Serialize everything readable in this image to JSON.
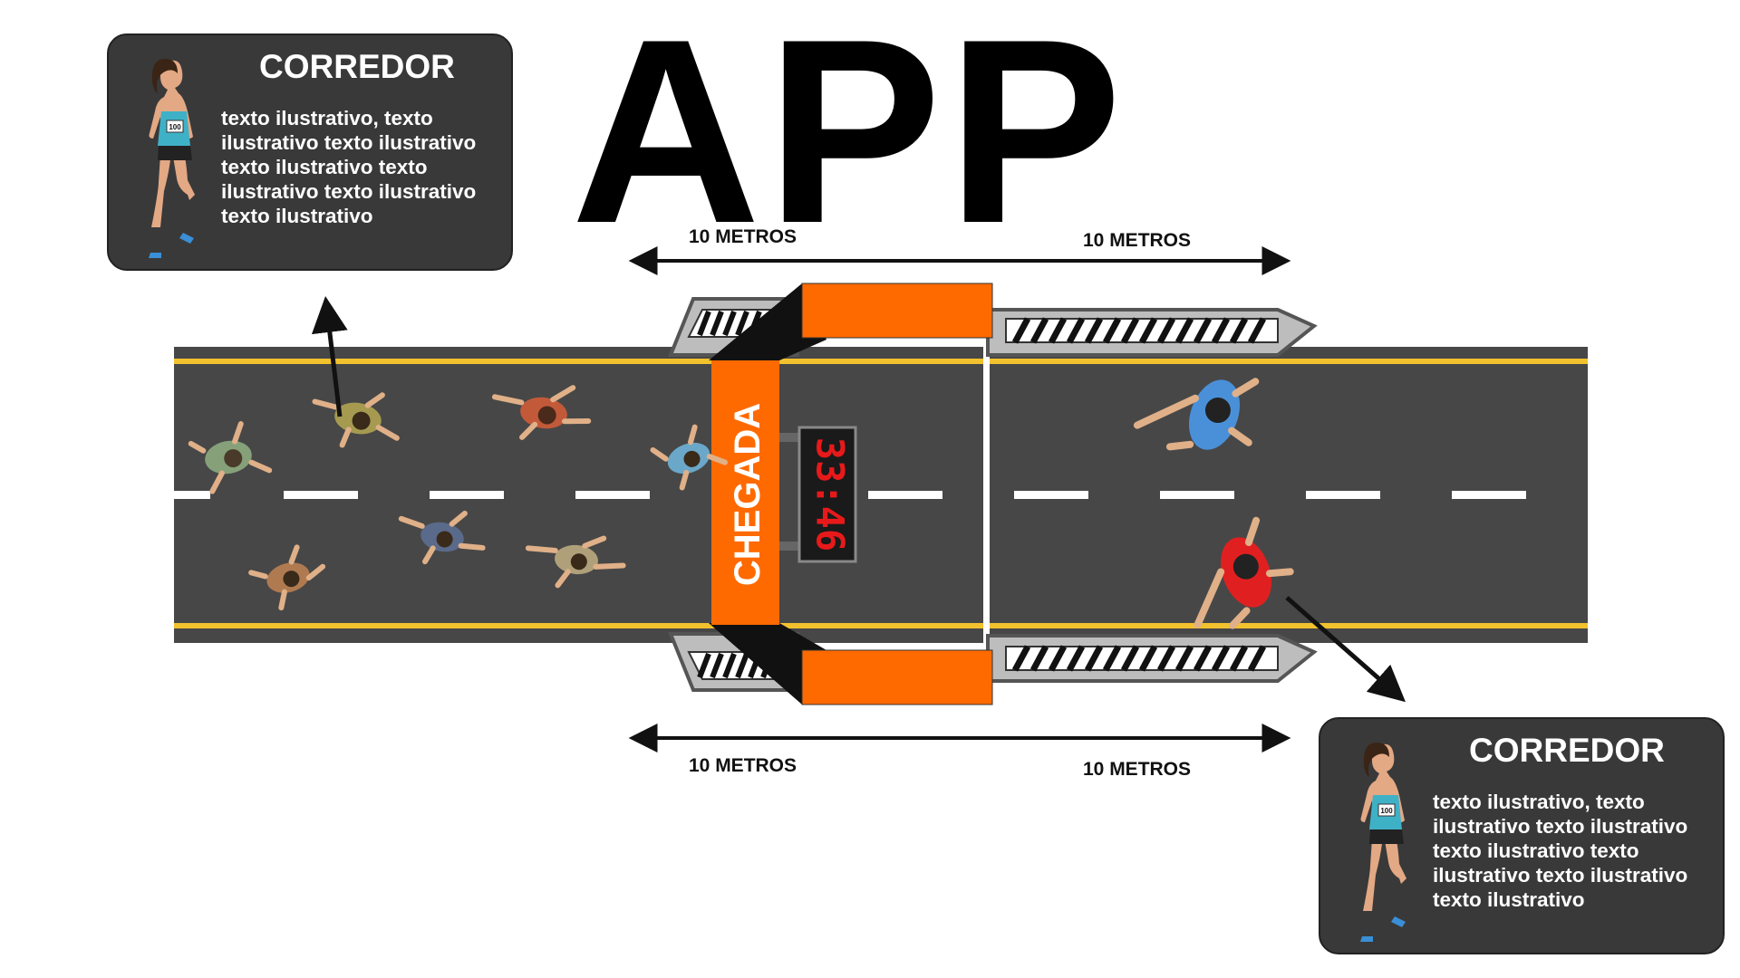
{
  "title": "APP",
  "arch_label": "CHEGADA",
  "clock_display": "33:46",
  "measures": {
    "top_left": "10 METROS",
    "top_right": "10 METROS",
    "bottom_left": "10 METROS",
    "bottom_right": "10 METROS"
  },
  "cards": [
    {
      "title": "CORREDOR",
      "body": "texto ilustrativo, texto ilustrativo texto ilustrativo texto ilustrativo texto ilustrativo texto ilustrativo texto ilustrativo",
      "bib": "100"
    },
    {
      "title": "CORREDOR",
      "body": "texto ilustrativo, texto ilustrativo texto ilustrativo texto ilustrativo texto ilustrativo texto ilustrativo texto ilustrativo",
      "bib": "100"
    }
  ],
  "colors": {
    "road": "#474747",
    "road_edge_line": "#f2c12e",
    "arch_orange": "#ff6a00",
    "arch_black": "#111111",
    "card_bg": "#393939",
    "clock_digits": "#e8191a",
    "runner_blue": "#4a90d9",
    "runner_red": "#e02020"
  }
}
